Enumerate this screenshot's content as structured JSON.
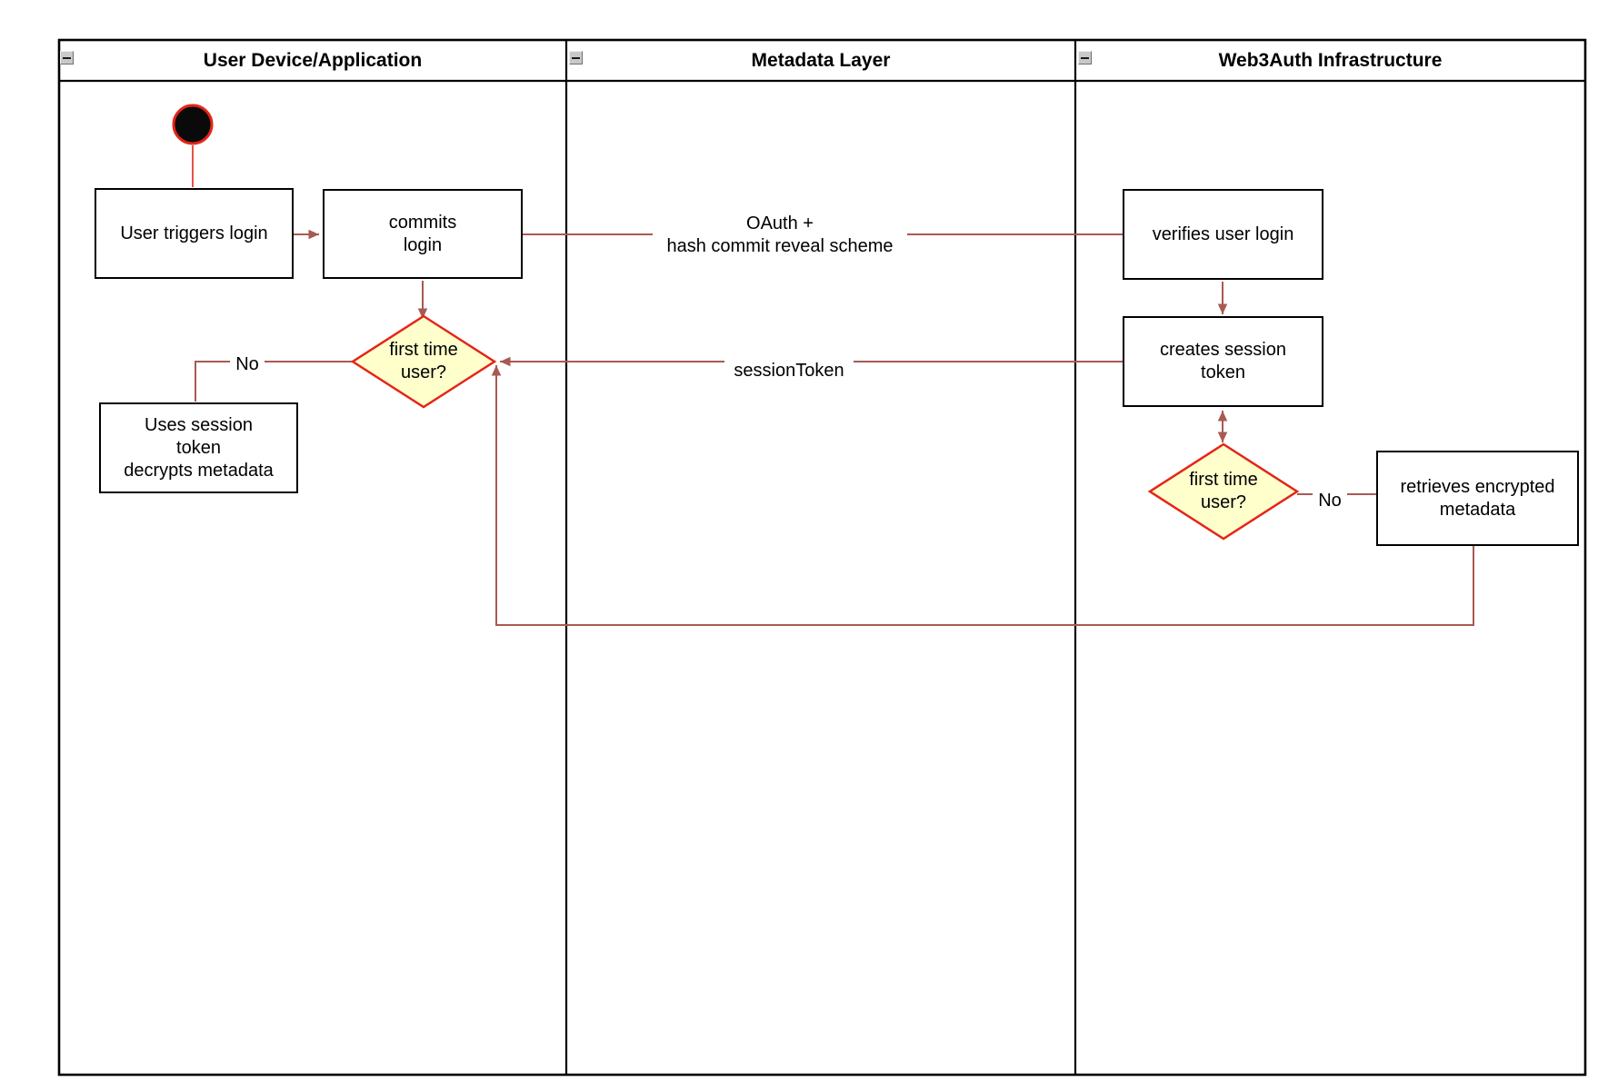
{
  "lanes": [
    {
      "title": "User Device/Application"
    },
    {
      "title": "Metadata Layer"
    },
    {
      "title": "Web3Auth Infrastructure"
    }
  ],
  "nodes": {
    "user_triggers_login": "User triggers login",
    "commits_login": "commits\nlogin",
    "first_time_user_device": "first time\nuser?",
    "uses_session_token": "Uses session\ntoken\ndecrypts metadata",
    "verifies_user_login": "verifies user login",
    "creates_session_token": "creates session\ntoken",
    "first_time_user_infra": "first time\nuser?",
    "retrieves_encrypted_metadata": "retrieves encrypted\nmetadata"
  },
  "edge_labels": {
    "oauth": "OAuth +\nhash commit reveal scheme",
    "session_token": "sessionToken",
    "no_device": "No",
    "no_infra": "No"
  },
  "colors": {
    "connector": "#a85a52",
    "accent_red": "#e52517",
    "decision_fill": "#ffffcc",
    "lane_border": "#000000",
    "collapse_button_bg": "#c9c9c9"
  }
}
